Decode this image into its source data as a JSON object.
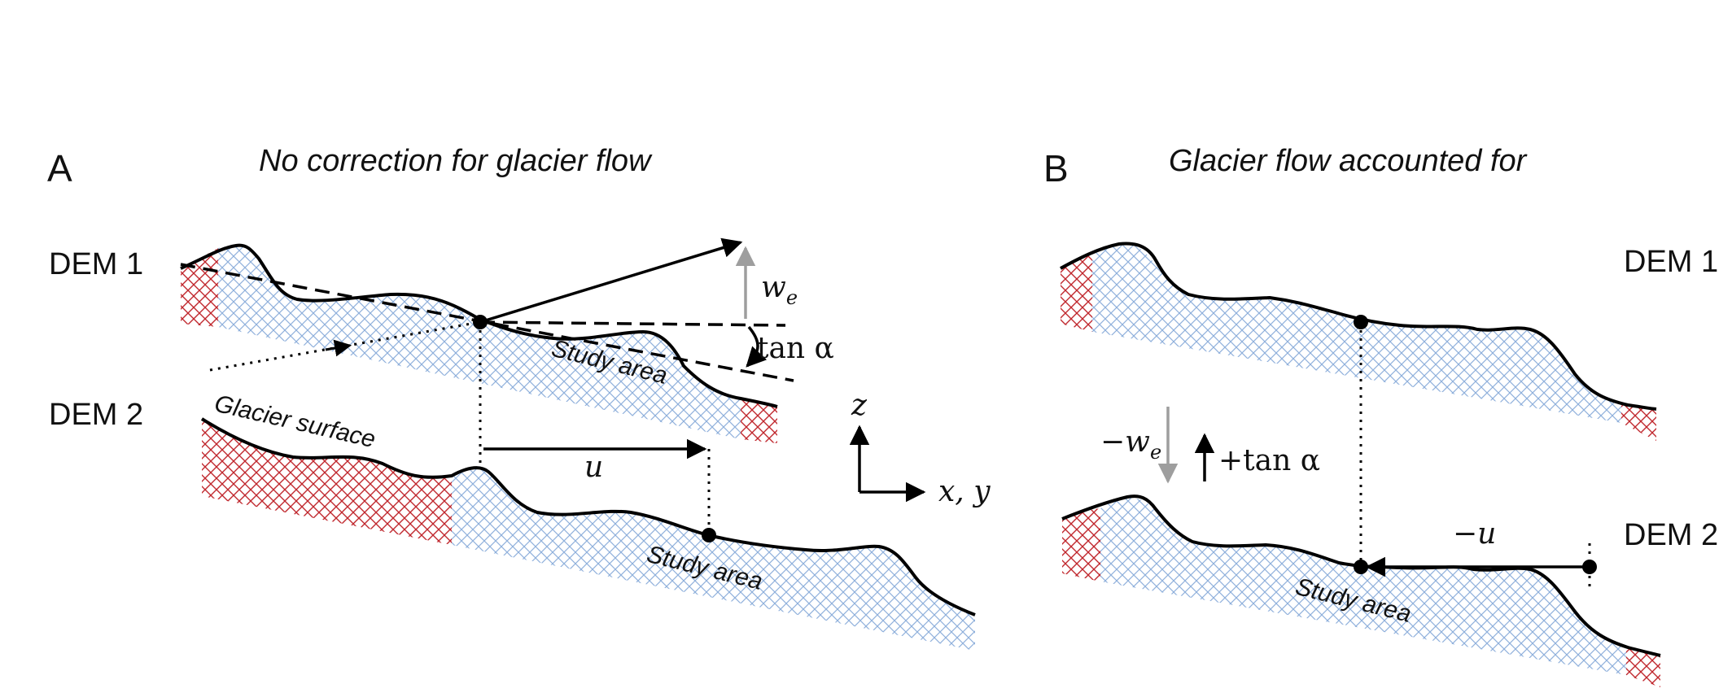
{
  "panel_a": {
    "letter": "A",
    "title": "No correction for glacier flow",
    "dem1_label": "DEM 1",
    "dem2_label": "DEM 2",
    "glacier_surface_label": "Glacier surface",
    "study_area_label_1": "Study area",
    "study_area_label_2": "Study area",
    "we_label": "w",
    "we_sub": "e",
    "tan_alpha_label": "tan α",
    "u_label": "u",
    "axis_z_label": "z",
    "axis_xy_label": "x, y"
  },
  "panel_b": {
    "letter": "B",
    "title": "Glacier flow accounted for",
    "dem1_label": "DEM 1",
    "dem2_label": "DEM 2",
    "study_area_label": "Study area",
    "neg_we_label": "−w",
    "neg_we_sub": "e",
    "pos_tan_alpha_label": "+tan α",
    "neg_u_label": "−u"
  },
  "colors": {
    "stable_hatch": "#c0272d",
    "glacier_hatch": "#8fb0dc",
    "outline": "#000000",
    "grey_arrow": "#9e9e9e"
  }
}
